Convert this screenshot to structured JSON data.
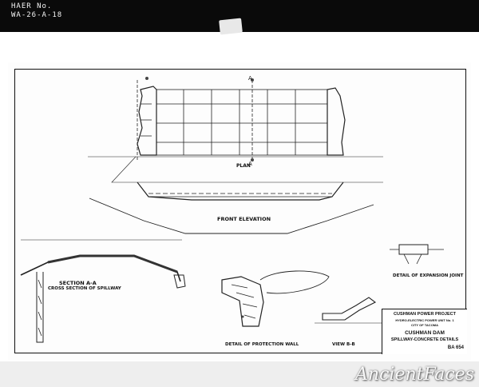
{
  "header": {
    "haer_line1": "HAER No.",
    "haer_line2": "WA-26-A-18"
  },
  "drawing": {
    "plan_label": "PLAN",
    "front_elevation_label": "FRONT ELEVATION",
    "section_label": "SECTION A-A",
    "section_sublabel": "CROSS SECTION OF SPILLWAY",
    "protection_wall_label": "DETAIL OF PROTECTION WALL",
    "view_label": "VIEW B-B",
    "expansion_joint_label": "DETAIL OF EXPANSION JOINT",
    "marker_a_left": "A",
    "marker_a_right": "A"
  },
  "title_block": {
    "project": "CUSHMAN POWER PROJECT",
    "plant": "HYDRO-ELECTRIC POWER UNIT No. 1",
    "city": "CITY OF TACOMA",
    "title_line1": "CUSHMAN DAM",
    "title_line2": "SPILLWAY-CONCRETE DETAILS",
    "sheet_no": "BA 654"
  },
  "watermark": "AncientFaces"
}
